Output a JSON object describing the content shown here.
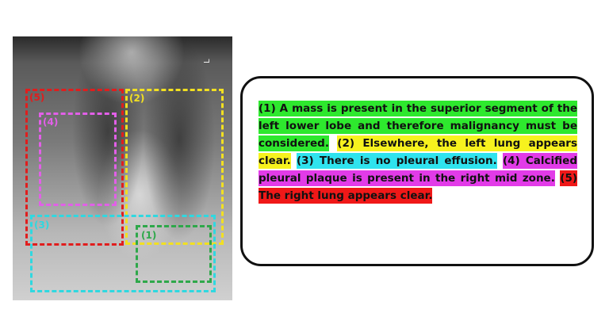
{
  "xray": {
    "marker_text": "L",
    "regions": [
      {
        "label": "(5)",
        "color": "#e11d1d"
      },
      {
        "label": "(2)",
        "color": "#f2e021"
      },
      {
        "label": "(4)",
        "color": "#e25fe8"
      },
      {
        "label": "(3)",
        "color": "#2fd8e0"
      },
      {
        "label": "(1)",
        "color": "#2ea84a"
      }
    ]
  },
  "report": {
    "sentences": [
      {
        "text": "(1) A mass is present in the superior segment of the left lower lobe and therefore malignancy must be considered.",
        "highlight": "#2ee82e"
      },
      {
        "text": "(2) Elsewhere, the left lung appears clear.",
        "highlight": "#f7f21e"
      },
      {
        "text": "(3) There is no pleural effusion.",
        "highlight": "#2fe3ee"
      },
      {
        "text": "(4) Calcified pleural plaque is present in the right mid zone.",
        "highlight": "#e23be8"
      },
      {
        "text": "(5) The right lung appears clear.",
        "highlight": "#f01818"
      }
    ]
  }
}
